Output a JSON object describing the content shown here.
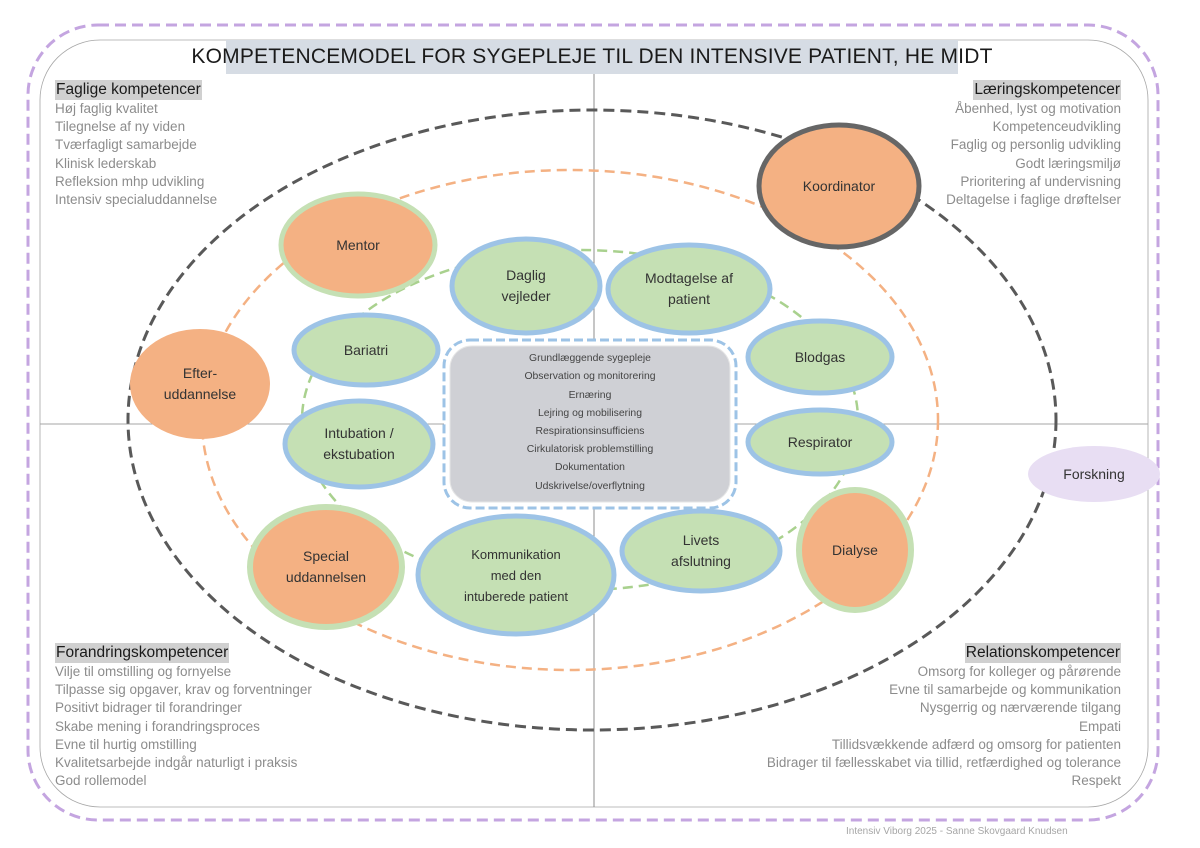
{
  "title": "KOMPETENCEMODEL FOR SYGEPLEJE TIL DEN INTENSIVE PATIENT, HE MIDT",
  "colors": {
    "orange_fill": "#f4b183",
    "green_fill": "#c5e0b4",
    "blue_border": "#9dc3e6",
    "gray_border": "#666666",
    "purple_dash": "#c4a5e0",
    "lavender_fill": "#e8def3",
    "center_fill": "#cfd0d5",
    "title_bg": "#d6dce4"
  },
  "quadrants": {
    "top_left": {
      "heading": "Faglige kompetencer",
      "items": [
        "Høj faglig kvalitet",
        "Tilegnelse af ny viden",
        "Tværfagligt samarbejde",
        "Klinisk lederskab",
        "Refleksion mhp udvikling",
        "Intensiv specialuddannelse"
      ]
    },
    "top_right": {
      "heading": "Læringskompetencer",
      "items": [
        "Åbenhed, lyst og motivation",
        "Kompetenceudvikling",
        "Faglig og personlig udvikling",
        "Godt læringsmiljø",
        "Prioritering af undervisning",
        "Deltagelse i faglige drøftelser"
      ]
    },
    "bottom_left": {
      "heading": "Forandringskompetencer",
      "items": [
        "Vilje til omstilling og fornyelse",
        "Tilpasse sig opgaver, krav og forventninger",
        "Positivt bidrager til forandringer",
        "Skabe mening i forandringsproces",
        "Evne til hurtig omstilling",
        "Kvalitetsarbejde indgår naturligt i praksis",
        "God rollemodel"
      ]
    },
    "bottom_right": {
      "heading": "Relationskompetencer",
      "items": [
        "Omsorg for kolleger og pårørende",
        "Evne til samarbejde og kommunikation",
        "Nysgerrig og nærværende tilgang",
        "Empati",
        "Tillidsvækkende adfærd og omsorg for patienten",
        "Bidrager til fællesskabet via tillid, retfærdighed og tolerance",
        "Respekt"
      ]
    }
  },
  "center": {
    "items": [
      "Grundlæggende sygepleje",
      "Observation og monitorering",
      "Ernæring",
      "Lejring og mobilisering",
      "Respirationsinsufficiens",
      "Cirkulatorisk problemstilling",
      "Dokumentation",
      "Udskrivelse/overflytning"
    ]
  },
  "outer_nodes": [
    {
      "id": "koordinator",
      "label": "Koordinator"
    },
    {
      "id": "mentor",
      "label": "Mentor"
    },
    {
      "id": "efteruddannelse",
      "label": "Efter-\nuddannelse"
    },
    {
      "id": "specialuddannelsen",
      "label": "Special\nuddannelsen"
    },
    {
      "id": "dialyse",
      "label": "Dialyse"
    }
  ],
  "inner_nodes": [
    {
      "id": "daglig-vejleder",
      "label": "Daglig\nvejleder"
    },
    {
      "id": "modtagelse",
      "label": "Modtagelse af\npatient"
    },
    {
      "id": "bariatri",
      "label": "Bariatri"
    },
    {
      "id": "blodgas",
      "label": "Blodgas"
    },
    {
      "id": "intubation",
      "label": "Intubation /\nekstubation"
    },
    {
      "id": "respirator",
      "label": "Respirator"
    },
    {
      "id": "kommunikation",
      "label": "Kommunikation\nmed den\nintuberede patient"
    },
    {
      "id": "livets-afslutning",
      "label": "Livets\nafslutning"
    }
  ],
  "forskning": {
    "label": "Forskning"
  },
  "footer": "Intensiv Viborg  2025  - Sanne Skovgaard Knudsen"
}
